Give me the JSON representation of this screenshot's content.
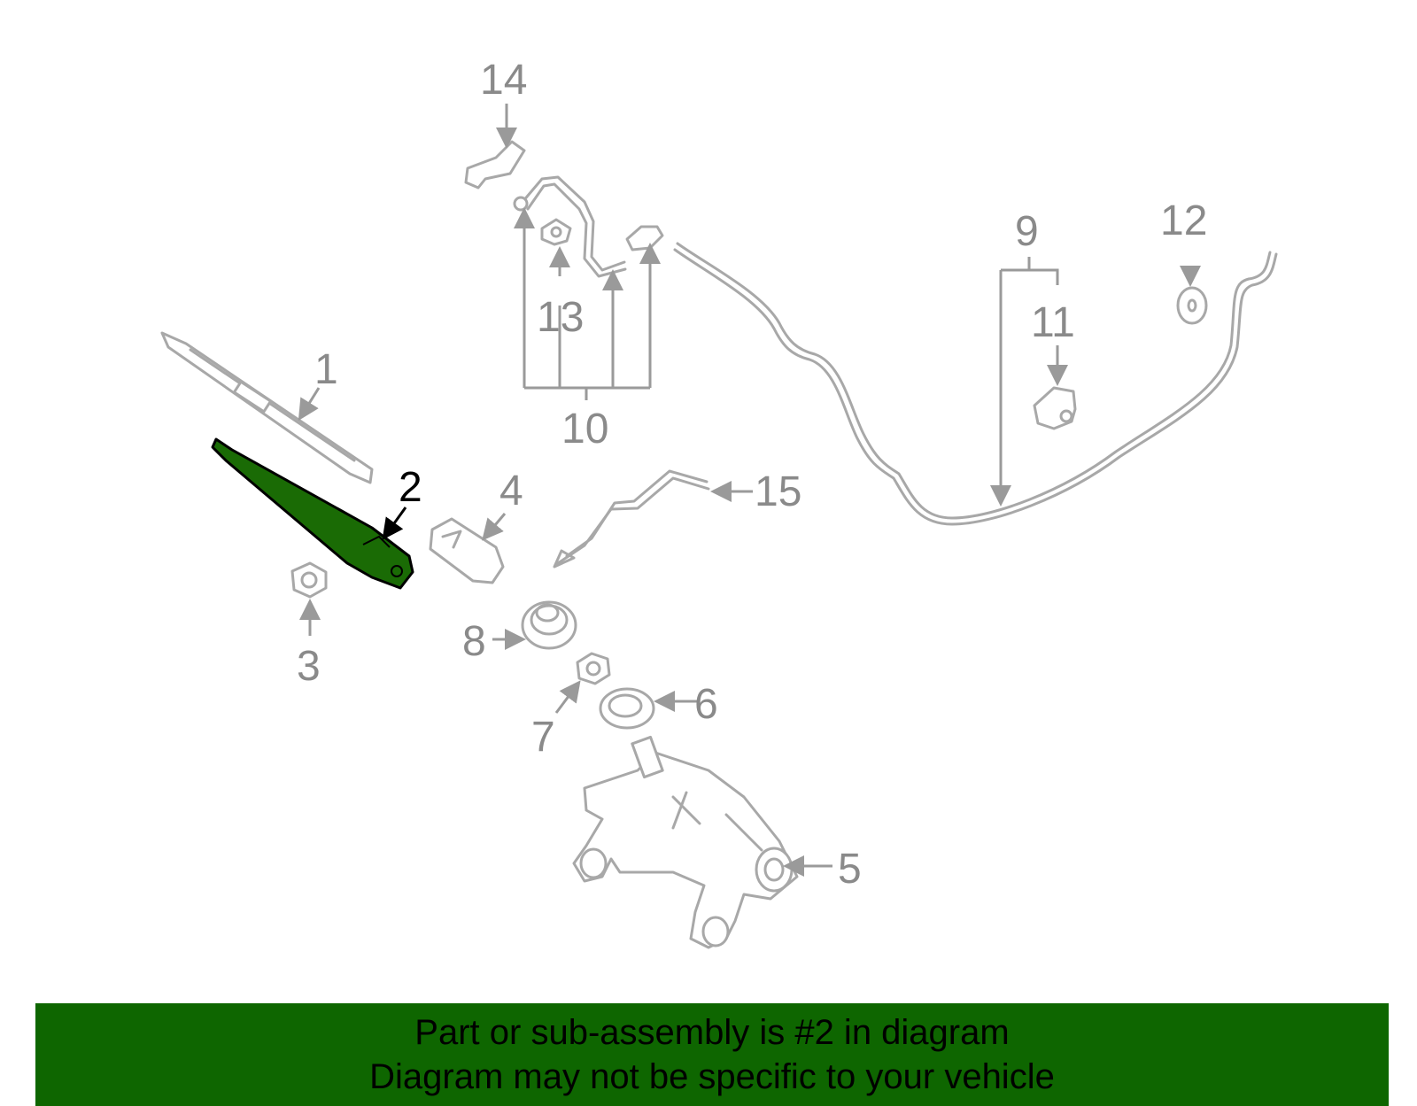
{
  "diagram": {
    "highlight_color": "#1a6b05",
    "line_color": "#a8a8a8",
    "callouts": {
      "c1": "1",
      "c2": "2",
      "c3": "3",
      "c4": "4",
      "c5": "5",
      "c6": "6",
      "c7": "7",
      "c8": "8",
      "c9": "9",
      "c10": "10",
      "c11": "11",
      "c12": "12",
      "c13": "13",
      "c14": "14",
      "c15": "15"
    },
    "highlighted_part": "2"
  },
  "banner": {
    "background": "#0e6600",
    "line1": "Part or sub-assembly is #2 in diagram",
    "line2": "Diagram may not be specific to your vehicle"
  }
}
